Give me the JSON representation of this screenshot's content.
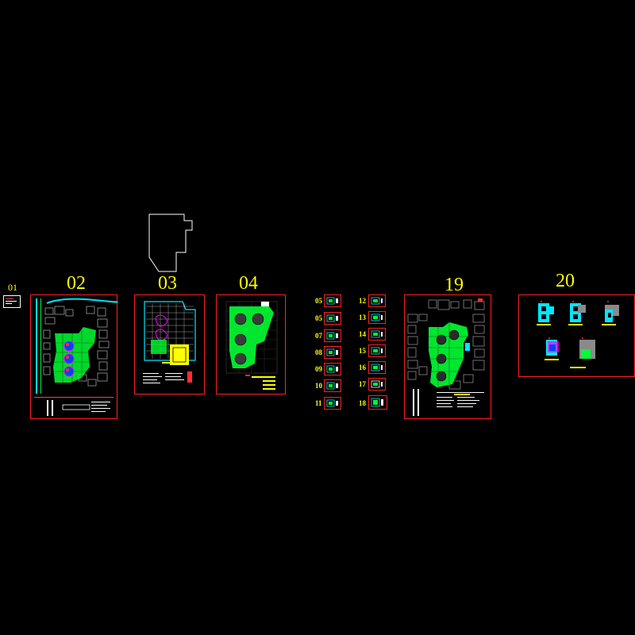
{
  "sheets": {
    "s01": "01",
    "s02": "02",
    "s03": "03",
    "s04": "04",
    "s05": "05",
    "s06": "05",
    "s07": "07",
    "s08": "08",
    "s09": "09",
    "s10": "10",
    "s11": "11",
    "s12": "12",
    "s13": "13",
    "s14": "14",
    "s15": "15",
    "s16": "16",
    "s17": "17",
    "s18": "18",
    "s19": "19",
    "s20": "20"
  },
  "colors": {
    "background": "#000000",
    "label": "#ffff00",
    "frame": "#ff2020",
    "plaza": "#00ff33",
    "cyan": "#00e5ff",
    "magenta": "#ff00ff",
    "building": "#8a8a8a"
  }
}
